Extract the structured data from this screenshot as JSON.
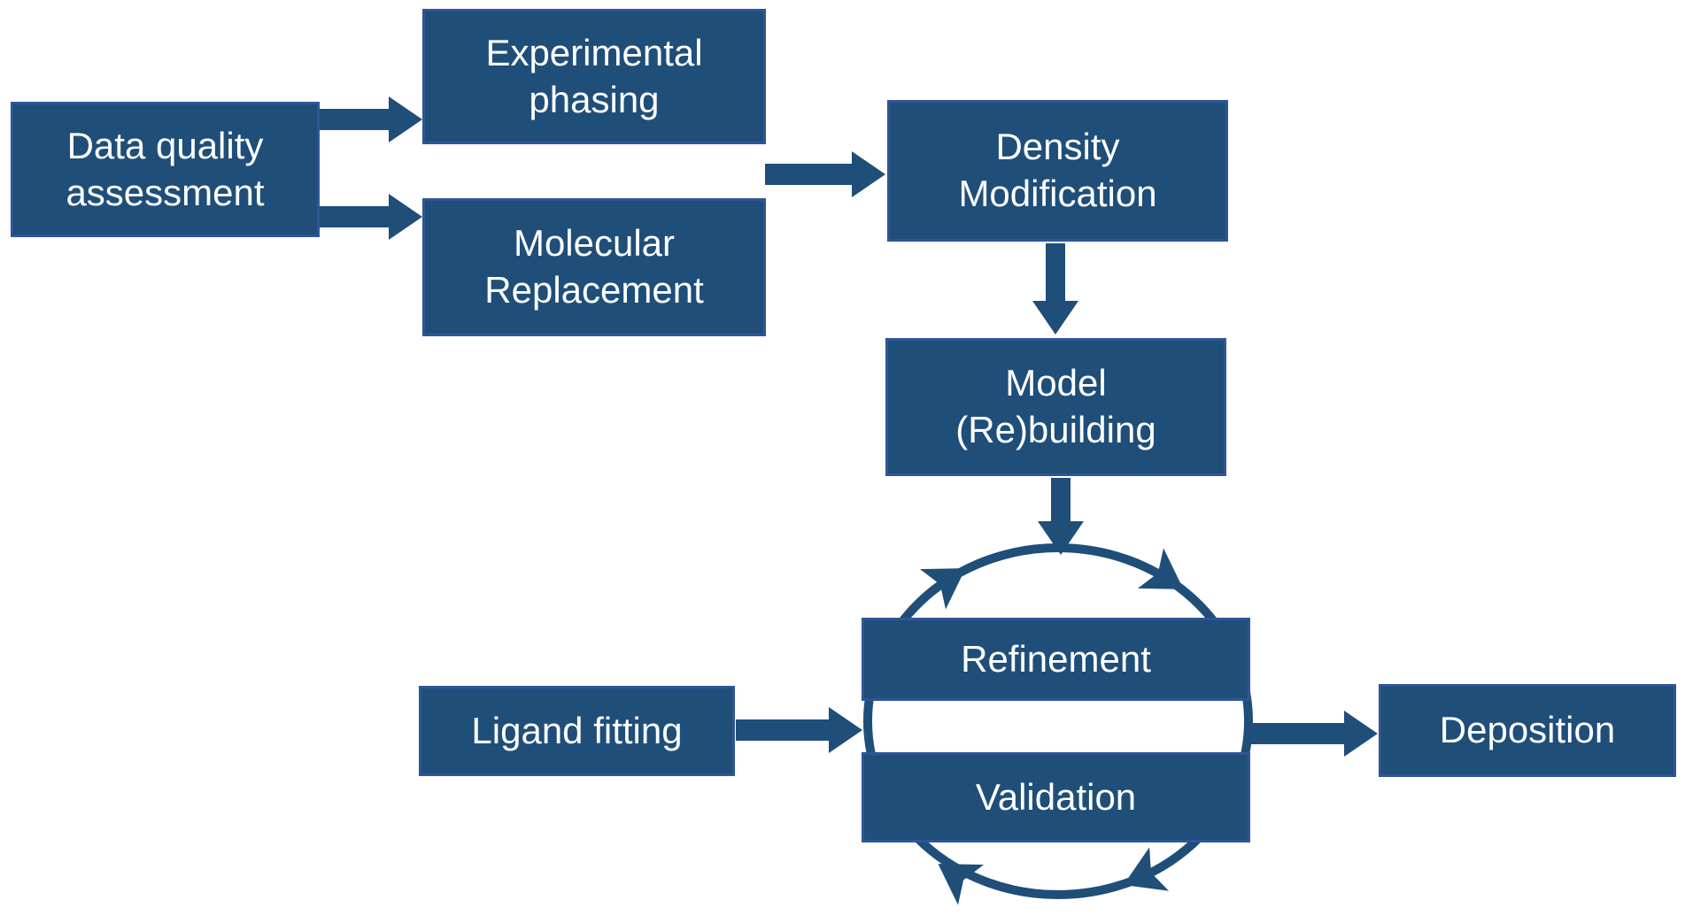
{
  "colors": {
    "background": "#FFFFFF",
    "box_fill": "#1F4E79",
    "box_border": "#2F5597",
    "arrow": "#1F4E79",
    "text": "#FFFFFF"
  },
  "nodes": {
    "data_quality": {
      "label": "Data quality\nassessment"
    },
    "experimental_phasing": {
      "label": "Experimental\nphasing"
    },
    "molecular_replacement": {
      "label": "Molecular\nReplacement"
    },
    "density_modification": {
      "label": "Density\nModification"
    },
    "model_rebuilding": {
      "label": "Model\n(Re)building"
    },
    "refinement": {
      "label": "Refinement"
    },
    "validation": {
      "label": "Validation"
    },
    "ligand_fitting": {
      "label": "Ligand fitting"
    },
    "deposition": {
      "label": "Deposition"
    }
  }
}
